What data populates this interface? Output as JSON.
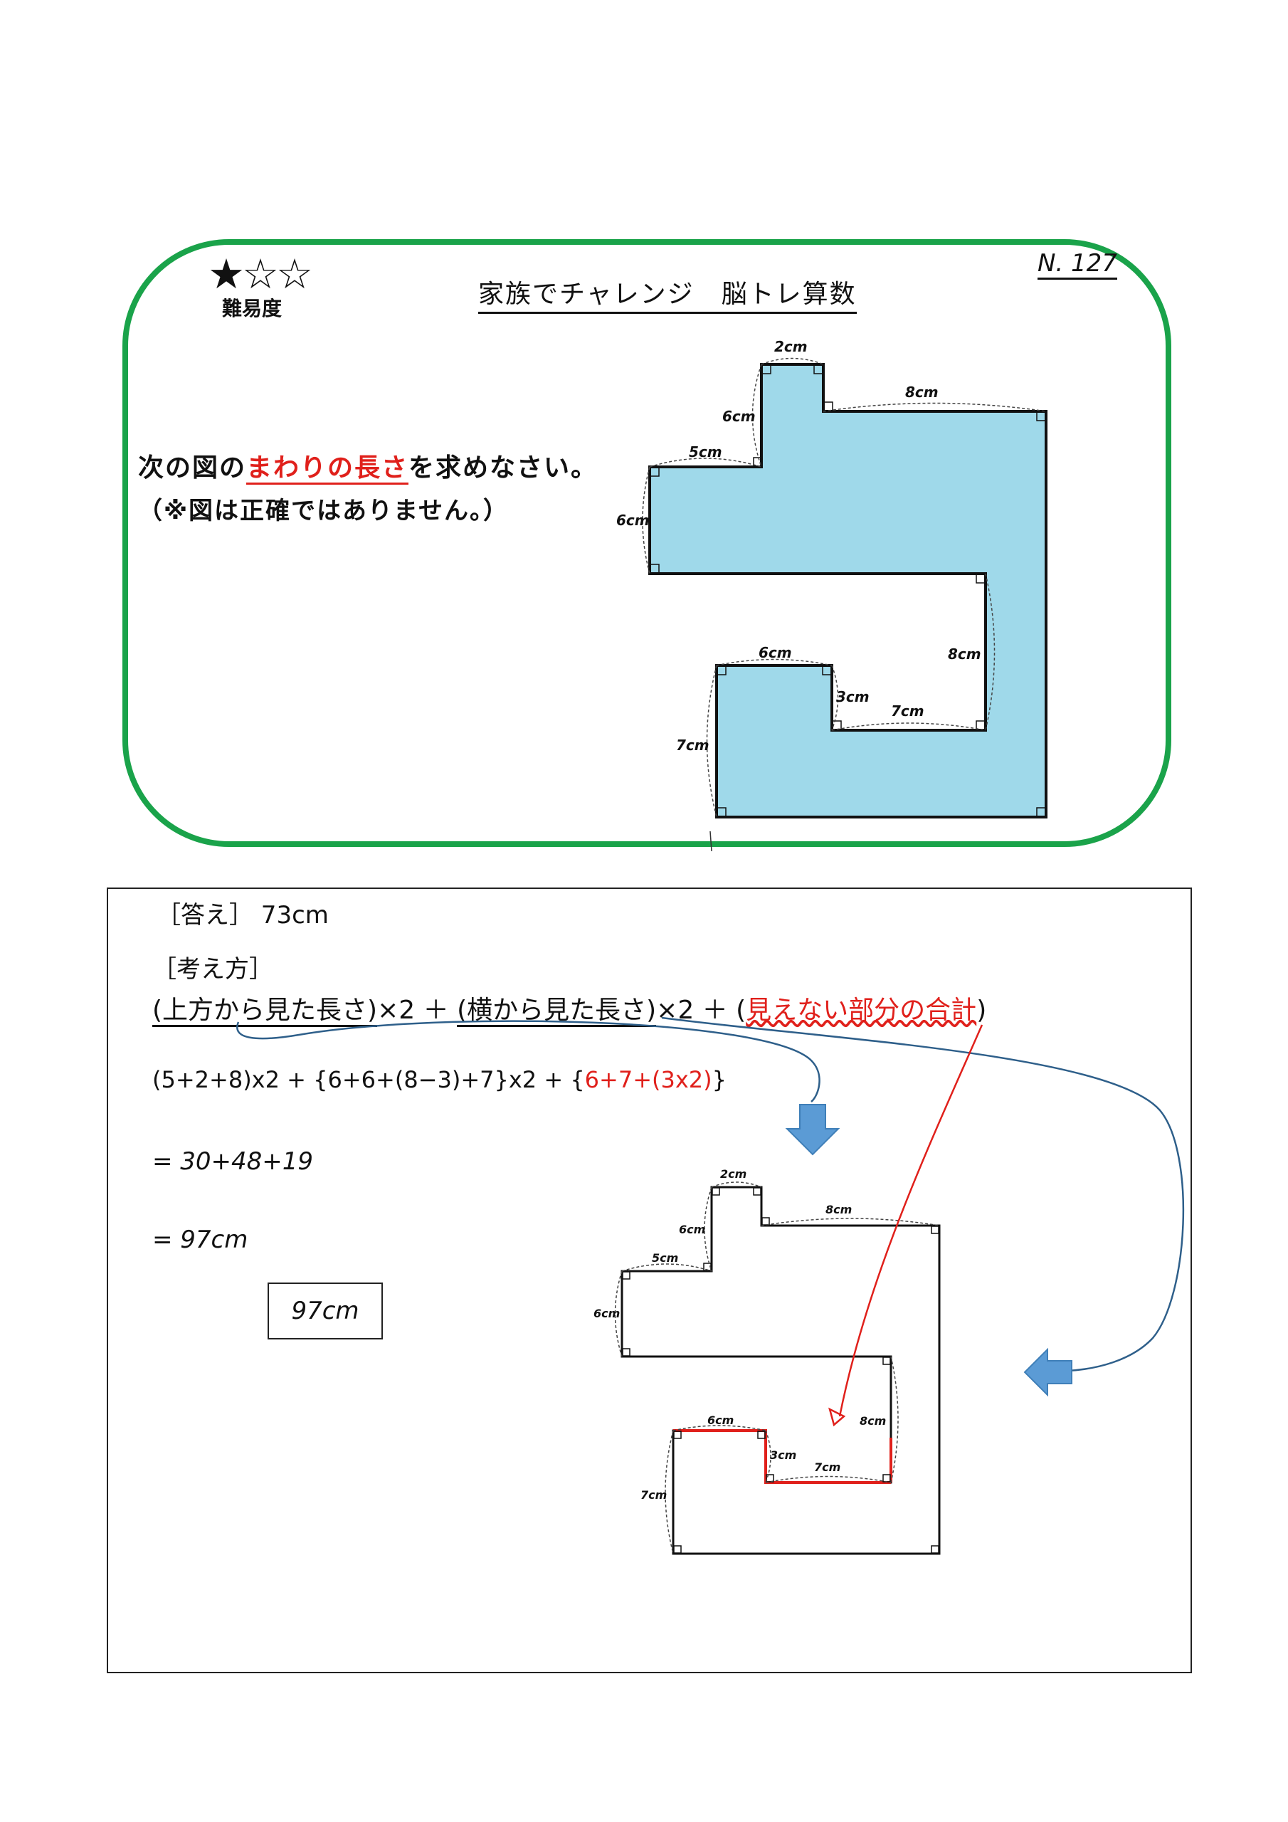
{
  "header": {
    "stars": "★☆☆",
    "difficulty_label": "難易度",
    "title": "家族でチャレンジ　脳トレ算数",
    "page_no": "N. 127"
  },
  "question": {
    "prefix": "次の図の",
    "highlight": "まわりの長さ",
    "suffix": "を求めなさい。",
    "note": "（※図は正確ではありません。）"
  },
  "figure": {
    "labels": [
      "2cm",
      "8cm",
      "6cm",
      "5cm",
      "6cm",
      "8cm",
      "6cm",
      "3cm",
      "7cm",
      "7cm"
    ],
    "fill_color": "#9fd9ea"
  },
  "answer": {
    "answer_line": "［答え］ 73cm",
    "method_label": "［考え方］",
    "formula": {
      "part1": "(上方から見た長さ)",
      "op1": "×2 ＋ ",
      "part2": "(横から見た長さ)",
      "op2": "×2 ＋ (",
      "part3": "見えない部分の合計",
      "close": ")"
    },
    "calc1_black": "(5+2+8)x2 + {6+6+(8−3)+7}x2 + {",
    "calc1_red": "6+7+(3x2)",
    "calc1_close": "}",
    "calc2": "=  30+48+19",
    "calc3": "= 97cm",
    "final": "97cm"
  },
  "colors": {
    "card_border": "#1aa34a",
    "accent_red": "#e0201b",
    "arrow_blue": "#5b9bd5",
    "curve_blue": "#2e5f8a"
  }
}
